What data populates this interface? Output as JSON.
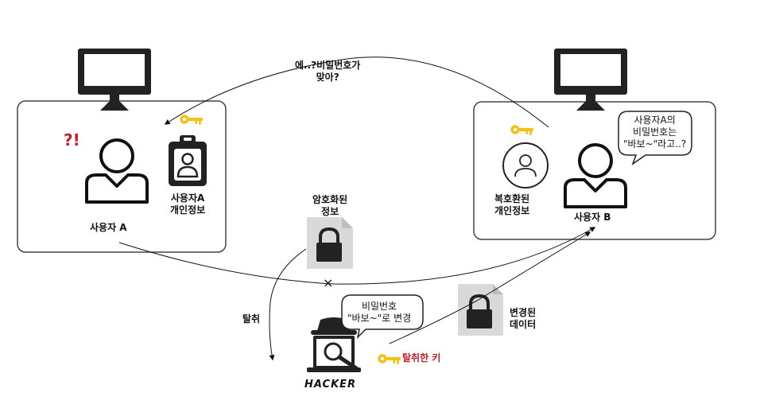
{
  "user_a": {
    "label": "사용자 A",
    "alert": "?!"
  },
  "user_a_info": {
    "line1": "사용자A",
    "line2": "개인정보"
  },
  "user_b": {
    "label": "사용자 B"
  },
  "decrypted_info": {
    "line1": "복호환된",
    "line2": "개인정보"
  },
  "user_b_thought": {
    "line1": "사용자A의",
    "line2": "비밀번호는",
    "line3": "\"바보~\"라고..?"
  },
  "top_arrow_text": {
    "line1": "에..?비밀번호가",
    "line2": "맞아?"
  },
  "encrypted_info": {
    "line1": "암호화된",
    "line2": "정보"
  },
  "steal_label": "탈취",
  "blocked_mark": "×",
  "hacker": {
    "label": "HACKER"
  },
  "hacker_thought": {
    "line1": "비밀번호",
    "line2": "\"바보~\"로 변경"
  },
  "stolen_key_label": "탈취한 키",
  "changed_data": {
    "line1": "변경된",
    "line2": "데이터"
  },
  "colors": {
    "key": "#f2c21b",
    "dark": "#222222",
    "doc": "#d9d9d9",
    "red": "#c0202a"
  }
}
